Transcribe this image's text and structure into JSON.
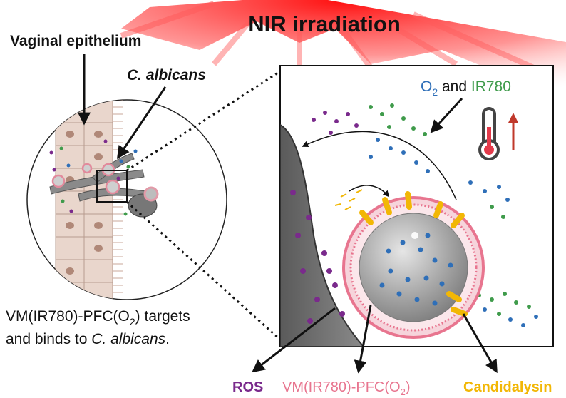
{
  "title": "NIR irradiation",
  "labels": {
    "epithelium": "Vaginal epithelium",
    "calbicans": "C. albicans",
    "o2": "O",
    "o2_sub": "2",
    "and": " and ",
    "ir780": "IR780",
    "caption_line1": "VM(IR780)-PFC(O",
    "caption_sub": "2",
    "caption_line1_end": ") targets",
    "caption_line2": "and binds to ",
    "caption_line2_italic": "C. albicans",
    "caption_line2_end": ".",
    "ros": "ROS",
    "vm_label": "VM(IR780)-PFC(O",
    "vm_sub": "2",
    "vm_end": ")",
    "candidalysin": "Candidalysin"
  },
  "colors": {
    "nir_red": "#ff1a1a",
    "o2_blue": "#2f6fb8",
    "ir780_green": "#3f9b4b",
    "ros_purple": "#7a2a8c",
    "vm_pink": "#e8758f",
    "candidalysin_yellow": "#f2b705",
    "cell_gray": "#6e6e6e"
  },
  "icons": {
    "thermometer": "thermometer-icon",
    "up_arrow": "temperature-up-arrow-icon"
  }
}
